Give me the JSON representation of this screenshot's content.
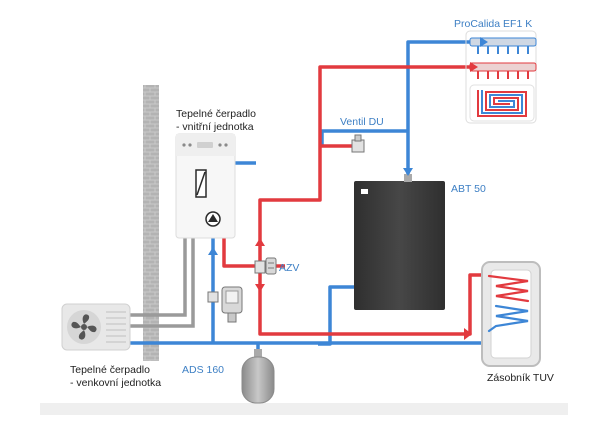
{
  "labels": {
    "indoor_unit_line1": "Tepelné čerpadlo",
    "indoor_unit_line2": "- vnitřní jednotka",
    "outdoor_unit_line1": "Tepelné čerpadlo",
    "outdoor_unit_line2": "- venkovní jednotka",
    "valve_du": "Ventil DU",
    "azv": "AZV",
    "ads": "ADS 160",
    "abt": "ABT 50",
    "manifold": "ProCalida EF1 K",
    "tank": "Zásobník TUV"
  },
  "colors": {
    "supply": "#e23a3f",
    "return": "#3d86d6",
    "neutral": "#9a9a9a",
    "tank_dark": "#3a3a3a",
    "label_blue": "#3d7fc4"
  }
}
